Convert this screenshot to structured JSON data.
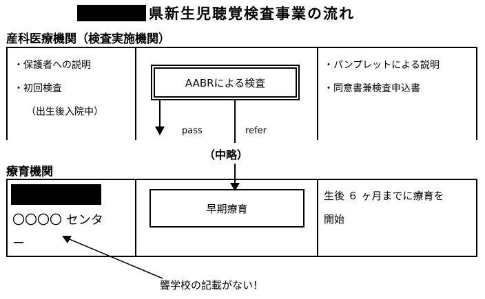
{
  "title": "県新生児聴覚検査事業の流れ",
  "top_section": {
    "heading": "産科医療機関（検査実施機関）",
    "left_items": [
      "・保護者への説明",
      "・初回検査",
      "（出生後入院中）"
    ],
    "box_label": "AABRによる検査",
    "pass_label": "pass",
    "refer_label": "refer",
    "right_items": [
      "・パンプレットによる説明",
      "・同意書兼検査申込書"
    ]
  },
  "middle_label": "（中略）",
  "bottom_section": {
    "heading": "療育機関",
    "left_text_line1": "〇〇〇〇 センタ",
    "left_text_line2": "ー",
    "box_label": "早期療育",
    "right_text_line1": "生後 ６ ヶ月までに療育を",
    "right_text_line2": "開始"
  },
  "annotation": "聾学校の記載がない！"
}
